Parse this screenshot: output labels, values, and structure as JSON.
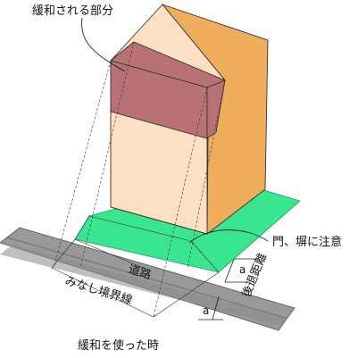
{
  "labels": {
    "relaxed_part": "緩和される部分",
    "gate_wall": "門、塀に注意",
    "road": "道路",
    "deemed_boundary": "みなし境界線",
    "setback_distance": "後退距離",
    "dim_a_top": "a",
    "dim_a_bottom": "a",
    "caption": "緩和を使った時"
  },
  "colors": {
    "building_front": "#fbe0c4",
    "building_side": "#f0ae5c",
    "relaxed_zone": "#b87273",
    "site": "#39e58e",
    "road": "#999999",
    "road_centerline": "#777777",
    "lines": "#222222"
  }
}
